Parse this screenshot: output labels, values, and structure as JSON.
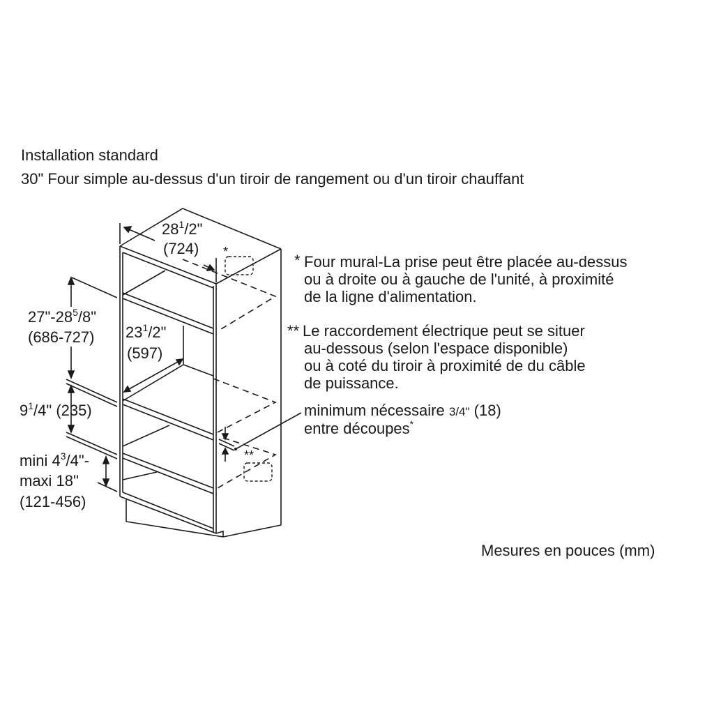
{
  "title": {
    "line1": "Installation standard",
    "line2": "30\" Four simple au-dessus d'un tiroir de rangement ou d'un tiroir chauffant"
  },
  "dimensions": {
    "depth": {
      "whole": "28",
      "num": "1",
      "rest": "/2\"",
      "mm": "(724)"
    },
    "inner_depth": {
      "whole": "23",
      "num": "1",
      "rest": "/2\"",
      "mm": "(597)"
    },
    "cutout_height": {
      "pre": "27\"-28",
      "num": "5",
      "rest": "/8\"",
      "mm": "(686-727)"
    },
    "gap_height": {
      "whole": "9",
      "num": "1",
      "rest": "/4\" (235)"
    },
    "drawer_height": {
      "pre": "mini 4",
      "num": "3",
      "rest": "/4\"-",
      "line2": "maxi 18\"",
      "mm": "(121-456)"
    }
  },
  "notes": {
    "star1_mark": "*",
    "star1": [
      "Four mural-La prise peut être placée au-dessus",
      "ou à droite ou à gauche de l'unité, à proximité",
      "de la ligne d'alimentation."
    ],
    "star2_mark": "**",
    "star2": [
      "Le raccordement électrique peut se situer",
      "au-dessous (selon l'espace disponible)",
      "ou à coté du tiroir à proximité de du câble",
      "de puissance."
    ],
    "minimum_line1": "minimum nécessaire",
    "minimum_frac": "3/4\"",
    "minimum_mm": "(18)",
    "minimum_line2": "entre découpes",
    "minimum_star": "*",
    "outlet_star1": "*",
    "outlet_star2": "**"
  },
  "units_note": "Mesures en pouces (mm)"
}
